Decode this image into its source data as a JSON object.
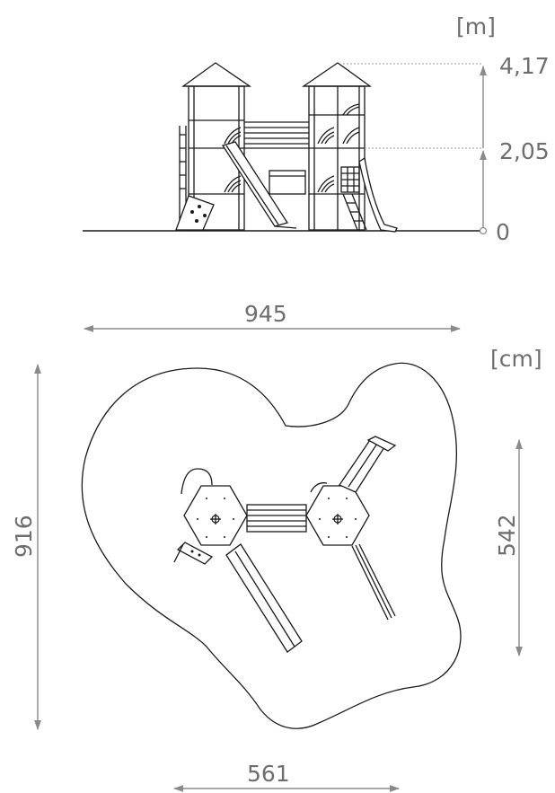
{
  "side_view": {
    "unit": "[m]",
    "heights": {
      "top": "4,17",
      "platform": "2,05",
      "ground": "0"
    }
  },
  "plan_view": {
    "unit": "[cm]",
    "dimensions": {
      "overall_width": "945",
      "overall_depth": "916",
      "equipment_width": "561",
      "equipment_depth": "542"
    }
  },
  "colors": {
    "dimension_line": "#8a8a8a",
    "drawing_ink": "#1a1a1a",
    "label_text": "#6e6e6e"
  }
}
